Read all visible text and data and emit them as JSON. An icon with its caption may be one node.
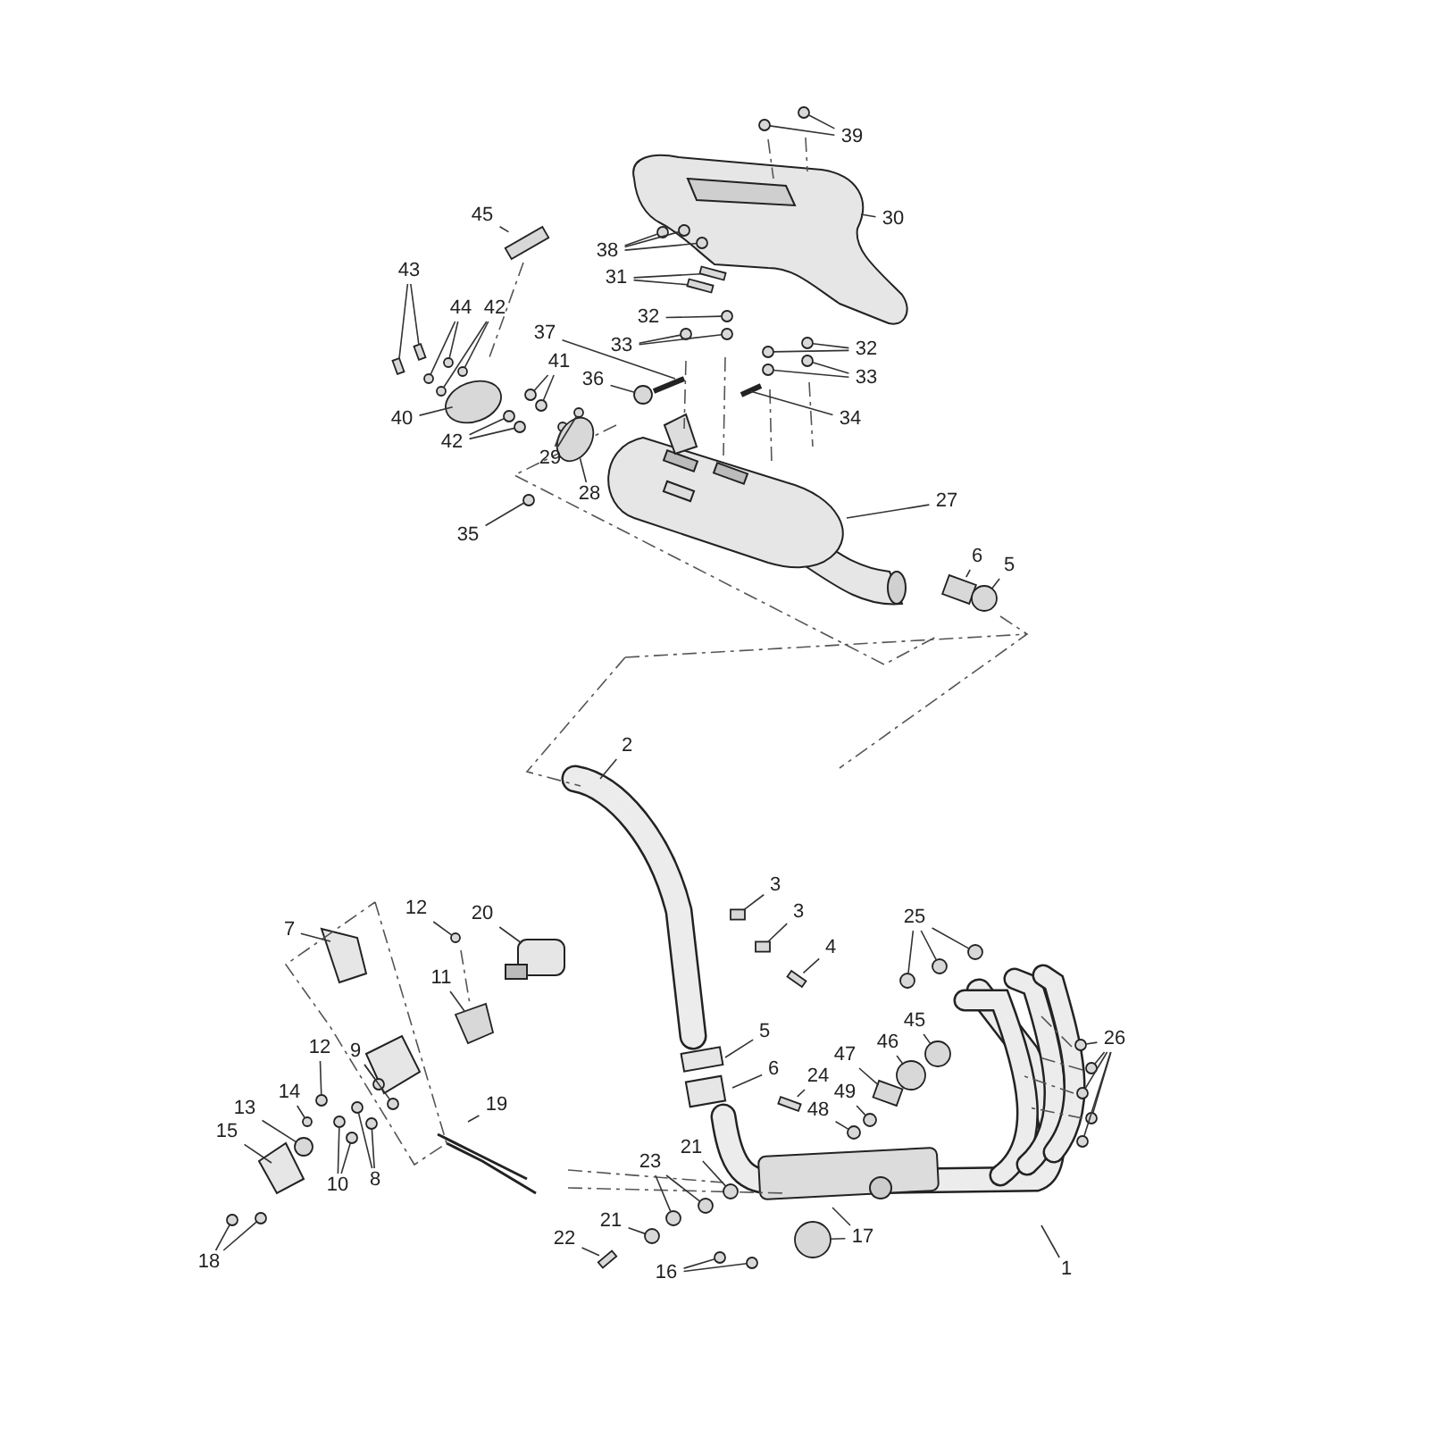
{
  "diagram": {
    "nodes": [
      {
        "text": [
          "39"
        ]
      },
      {
        "text": [
          "45"
        ]
      },
      {
        "text": [
          "30"
        ]
      },
      {
        "text": [
          "38"
        ]
      },
      {
        "text": [
          "43"
        ]
      },
      {
        "text": [
          "31"
        ]
      },
      {
        "text": [
          "44"
        ]
      },
      {
        "text": [
          "42"
        ]
      },
      {
        "text": [
          "32"
        ]
      },
      {
        "text": [
          "37"
        ]
      },
      {
        "text": [
          "33"
        ]
      },
      {
        "text": [
          "32"
        ]
      },
      {
        "text": [
          "41"
        ]
      },
      {
        "text": [
          "33"
        ]
      },
      {
        "text": [
          "36"
        ]
      },
      {
        "text": [
          "40"
        ]
      },
      {
        "text": [
          "34"
        ]
      },
      {
        "text": [
          "42"
        ]
      },
      {
        "text": [
          "29"
        ]
      },
      {
        "text": [
          "28"
        ]
      },
      {
        "text": [
          "27"
        ]
      },
      {
        "text": [
          "35"
        ]
      },
      {
        "text": [
          "6"
        ]
      },
      {
        "text": [
          "5"
        ]
      },
      {
        "text": [
          "2"
        ]
      },
      {
        "text": [
          "3"
        ]
      },
      {
        "text": [
          "12"
        ]
      },
      {
        "text": [
          "3"
        ]
      },
      {
        "text": [
          "25"
        ]
      },
      {
        "text": [
          "20"
        ]
      },
      {
        "text": [
          "7"
        ]
      },
      {
        "text": [
          "4"
        ]
      },
      {
        "text": [
          "11"
        ]
      },
      {
        "text": [
          "45"
        ]
      },
      {
        "text": [
          "5"
        ]
      },
      {
        "text": [
          "26"
        ]
      },
      {
        "text": [
          "46"
        ]
      },
      {
        "text": [
          "12"
        ]
      },
      {
        "text": [
          "9"
        ]
      },
      {
        "text": [
          "47"
        ]
      },
      {
        "text": [
          "6"
        ]
      },
      {
        "text": [
          "24"
        ]
      },
      {
        "text": [
          "14"
        ]
      },
      {
        "text": [
          "49"
        ]
      },
      {
        "text": [
          "19"
        ]
      },
      {
        "text": [
          "13"
        ]
      },
      {
        "text": [
          "48"
        ]
      },
      {
        "text": [
          "15"
        ]
      },
      {
        "text": [
          "21"
        ]
      },
      {
        "text": [
          "23"
        ]
      },
      {
        "text": [
          "8"
        ]
      },
      {
        "text": [
          "10"
        ]
      },
      {
        "text": [
          "21"
        ]
      },
      {
        "text": [
          "17"
        ]
      },
      {
        "text": [
          "22"
        ]
      },
      {
        "text": [
          "18"
        ]
      },
      {
        "text": [
          "1"
        ]
      },
      {
        "text": [
          "16"
        ]
      },
      {
        "text": [],
        "shape": "circle"
      },
      {
        "text": [],
        "shape": "circle"
      },
      {
        "text": [],
        "shape": "circle"
      },
      {
        "text": [],
        "shape": "circle"
      },
      {
        "text": [],
        "shape": "circle"
      },
      {
        "text": [],
        "shape": "bar"
      },
      {
        "text": [],
        "shape": "bar"
      },
      {
        "text": [],
        "shape": "circle"
      },
      {
        "text": [],
        "shape": "circle"
      },
      {
        "text": [],
        "shape": "circle"
      },
      {
        "text": [],
        "shape": "circle"
      },
      {
        "text": [],
        "shape": "circle"
      },
      {
        "text": [],
        "shape": "circle"
      },
      {
        "text": [],
        "shape": "circle"
      },
      {
        "text": [],
        "shape": "circle"
      },
      {
        "text": [],
        "shape": "circle"
      },
      {
        "text": [],
        "shape": "circle"
      },
      {
        "text": [],
        "shape": "circle"
      },
      {
        "text": [],
        "shape": "circle"
      },
      {
        "text": [],
        "shape": "circle"
      },
      {
        "text": [],
        "shape": "circle"
      },
      {
        "text": [],
        "shape": "circle"
      },
      {
        "text": [],
        "shape": "circle"
      },
      {
        "text": [],
        "shape": "circle"
      },
      {
        "text": [],
        "shape": "circle"
      },
      {
        "text": [],
        "shape": "circle"
      },
      {
        "text": [],
        "shape": "circle"
      },
      {
        "text": [],
        "shape": "box"
      },
      {
        "text": [],
        "shape": "circle"
      },
      {
        "text": [],
        "shape": "box"
      },
      {
        "text": [],
        "shape": "box"
      },
      {
        "text": [],
        "shape": "bar"
      },
      {
        "text": [],
        "shape": "circle"
      },
      {
        "text": [],
        "shape": "circle"
      },
      {
        "text": [],
        "shape": "circle"
      },
      {
        "text": [],
        "shape": "circle"
      },
      {
        "text": [],
        "shape": "circle"
      },
      {
        "text": [],
        "shape": "circle"
      },
      {
        "text": [],
        "shape": "circle"
      },
      {
        "text": [],
        "shape": "circle"
      },
      {
        "text": [],
        "shape": "circle"
      },
      {
        "text": [],
        "shape": "circle"
      },
      {
        "text": [],
        "shape": "circle"
      },
      {
        "text": [],
        "shape": "circle"
      },
      {
        "text": [],
        "shape": "circle"
      },
      {
        "text": [],
        "shape": "box"
      },
      {
        "text": [],
        "shape": "circle"
      },
      {
        "text": [],
        "shape": "circle"
      },
      {
        "text": [],
        "shape": "circle"
      },
      {
        "text": [],
        "shape": "circle"
      },
      {
        "text": [],
        "shape": "circle"
      },
      {
        "text": [],
        "shape": "circle"
      },
      {
        "text": [],
        "shape": "circle"
      },
      {
        "text": [],
        "shape": "circle"
      },
      {
        "text": [],
        "shape": "circle"
      },
      {
        "text": [],
        "shape": "circle"
      },
      {
        "text": [],
        "shape": "circle"
      },
      {
        "text": [],
        "shape": "circle"
      },
      {
        "text": [],
        "shape": "bar"
      },
      {
        "text": [],
        "shape": "circle"
      },
      {
        "text": [],
        "shape": "circle"
      },
      {
        "text": [],
        "shape": "circle"
      },
      {
        "text": [],
        "shape": "circle"
      },
      {
        "text": [],
        "shape": "circle"
      },
      {
        "text": [],
        "shape": "bar"
      },
      {
        "text": [],
        "shape": "circle"
      },
      {
        "text": [],
        "shape": "picture"
      },
      {
        "text": [],
        "shape": "bar"
      },
      {
        "text": [],
        "shape": "bar"
      },
      {
        "text": [],
        "shape": "circle"
      },
      {
        "text": [],
        "shape": "picture"
      },
      {
        "text": [],
        "shape": "box"
      },
      {
        "text": [],
        "shape": "box"
      },
      {
        "text": [],
        "shape": "picture"
      },
      {
        "text": [],
        "shape": "bar"
      },
      {
        "text": [],
        "shape": "box"
      }
    ],
    "edges": [
      {
        "from": 0,
        "to": 58,
        "arrow": "none"
      },
      {
        "from": 0,
        "to": 59,
        "arrow": "none"
      },
      {
        "from": 1,
        "to": 132,
        "arrow": "none"
      },
      {
        "from": 2,
        "to": null,
        "arrow": "none"
      },
      {
        "from": 3,
        "to": 60,
        "arrow": "none"
      },
      {
        "from": 3,
        "to": 61,
        "arrow": "none"
      },
      {
        "from": 3,
        "to": 62,
        "arrow": "none"
      },
      {
        "from": 4,
        "to": 63,
        "arrow": "none"
      },
      {
        "from": 4,
        "to": 64,
        "arrow": "none"
      },
      {
        "from": 5,
        "to": 125,
        "arrow": "none"
      },
      {
        "from": 5,
        "to": 126,
        "arrow": "none"
      },
      {
        "from": 6,
        "to": 65,
        "arrow": "none"
      },
      {
        "from": 6,
        "to": 66,
        "arrow": "none"
      },
      {
        "from": 7,
        "to": 67,
        "arrow": "none"
      },
      {
        "from": 7,
        "to": 68,
        "arrow": "none"
      },
      {
        "from": 8,
        "to": 69,
        "arrow": "none"
      },
      {
        "from": 9,
        "to": null,
        "arrow": "none"
      },
      {
        "from": 10,
        "to": 70,
        "arrow": "none"
      },
      {
        "from": 10,
        "to": 71,
        "arrow": "none"
      },
      {
        "from": 11,
        "to": 72,
        "arrow": "none"
      },
      {
        "from": 11,
        "to": 73,
        "arrow": "none"
      },
      {
        "from": 12,
        "to": 74,
        "arrow": "none"
      },
      {
        "from": 12,
        "to": 75,
        "arrow": "none"
      },
      {
        "from": 13,
        "to": 76,
        "arrow": "none"
      },
      {
        "from": 13,
        "to": 77,
        "arrow": "none"
      },
      {
        "from": 14,
        "to": 78,
        "arrow": "none"
      },
      {
        "from": 15,
        "to": 79,
        "arrow": "none"
      },
      {
        "from": 16,
        "to": null,
        "arrow": "none"
      },
      {
        "from": 17,
        "to": 80,
        "arrow": "none"
      },
      {
        "from": 17,
        "to": 81,
        "arrow": "none"
      },
      {
        "from": 18,
        "to": 82,
        "arrow": "none"
      },
      {
        "from": 18,
        "to": 83,
        "arrow": "none"
      },
      {
        "from": 19,
        "to": 127,
        "arrow": "none"
      },
      {
        "from": 20,
        "to": 128,
        "arrow": "none"
      },
      {
        "from": 21,
        "to": 84,
        "arrow": "none"
      },
      {
        "from": 22,
        "to": 85,
        "arrow": "none"
      },
      {
        "from": 23,
        "to": 86,
        "arrow": "none"
      },
      {
        "from": 24,
        "to": null,
        "arrow": "none"
      },
      {
        "from": 25,
        "to": 87,
        "arrow": "none"
      },
      {
        "from": 26,
        "to": 123,
        "arrow": "none"
      },
      {
        "from": 27,
        "to": 88,
        "arrow": "none"
      },
      {
        "from": 28,
        "to": 90,
        "arrow": "none"
      },
      {
        "from": 28,
        "to": 91,
        "arrow": "none"
      },
      {
        "from": 28,
        "to": 92,
        "arrow": "none"
      },
      {
        "from": 29,
        "to": 133,
        "arrow": "none"
      },
      {
        "from": 30,
        "to": null,
        "arrow": "none"
      },
      {
        "from": 31,
        "to": 89,
        "arrow": "none"
      },
      {
        "from": 32,
        "to": 124,
        "arrow": "none"
      },
      {
        "from": 33,
        "to": 93,
        "arrow": "none"
      },
      {
        "from": 34,
        "to": 129,
        "arrow": "none"
      },
      {
        "from": 35,
        "to": 94,
        "arrow": "none"
      },
      {
        "from": 35,
        "to": 95,
        "arrow": "none"
      },
      {
        "from": 35,
        "to": 96,
        "arrow": "none"
      },
      {
        "from": 35,
        "to": 97,
        "arrow": "none"
      },
      {
        "from": 35,
        "to": 98,
        "arrow": "none"
      },
      {
        "from": 36,
        "to": 99,
        "arrow": "none"
      },
      {
        "from": 37,
        "to": 100,
        "arrow": "none"
      },
      {
        "from": 38,
        "to": 101,
        "arrow": "none"
      },
      {
        "from": 38,
        "to": 102,
        "arrow": "none"
      },
      {
        "from": 39,
        "to": 103,
        "arrow": "none"
      },
      {
        "from": 40,
        "to": 130,
        "arrow": "none"
      },
      {
        "from": 41,
        "to": 122,
        "arrow": "none"
      },
      {
        "from": 42,
        "to": 104,
        "arrow": "none"
      },
      {
        "from": 43,
        "to": 105,
        "arrow": "none"
      },
      {
        "from": 44,
        "to": null,
        "arrow": "none"
      },
      {
        "from": 45,
        "to": 106,
        "arrow": "none"
      },
      {
        "from": 46,
        "to": 107,
        "arrow": "none"
      },
      {
        "from": 47,
        "to": 131,
        "arrow": "none"
      },
      {
        "from": 48,
        "to": 108,
        "arrow": "none"
      },
      {
        "from": 49,
        "to": 109,
        "arrow": "none"
      },
      {
        "from": 49,
        "to": 110,
        "arrow": "none"
      },
      {
        "from": 50,
        "to": 111,
        "arrow": "none"
      },
      {
        "from": 50,
        "to": 112,
        "arrow": "none"
      },
      {
        "from": 51,
        "to": 113,
        "arrow": "none"
      },
      {
        "from": 51,
        "to": 114,
        "arrow": "none"
      },
      {
        "from": 52,
        "to": 115,
        "arrow": "none"
      },
      {
        "from": 53,
        "to": 121,
        "arrow": "none"
      },
      {
        "from": 53,
        "to": null,
        "arrow": "none"
      },
      {
        "from": 54,
        "to": 116,
        "arrow": "none"
      },
      {
        "from": 55,
        "to": 117,
        "arrow": "none"
      },
      {
        "from": 55,
        "to": 118,
        "arrow": "none"
      },
      {
        "from": 56,
        "to": null,
        "arrow": "none"
      },
      {
        "from": 57,
        "to": 119,
        "arrow": "none"
      },
      {
        "from": 57,
        "to": 120,
        "arrow": "none"
      }
    ]
  }
}
